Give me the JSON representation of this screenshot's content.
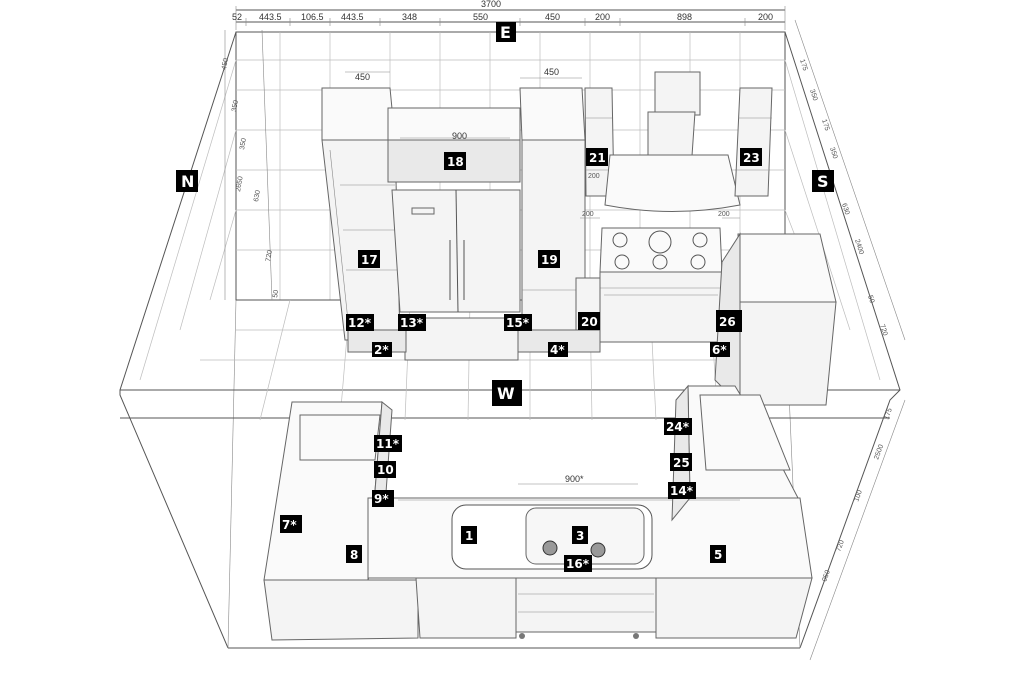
{
  "top_dimensions": {
    "total": "3700",
    "segments": [
      "52",
      "443.5",
      "106.5",
      "443.5",
      "348",
      "550",
      "450",
      "200",
      "898",
      "200"
    ]
  },
  "inner_dimensions": {
    "left_cabinet_width": "450",
    "right_cabinet_width": "450",
    "fridge_width": "900",
    "sink_width": "900*",
    "hob_gap_left": "200",
    "hob_gap_right": "200",
    "shelf_21_gap": "200"
  },
  "left_vertical_dimensions": [
    "450",
    "350",
    "350",
    "2650",
    "630",
    "720",
    "50"
  ],
  "right_vertical_dimensions": [
    "175",
    "350",
    "175",
    "350",
    "630",
    "2400",
    "50",
    "720",
    "175",
    "2500",
    "100",
    "720",
    "050"
  ],
  "compass": {
    "north": "N",
    "east": "E",
    "south": "S",
    "west": "W"
  },
  "labels": [
    "1",
    "2*",
    "3",
    "4*",
    "5",
    "6*",
    "7*",
    "8",
    "9*",
    "10",
    "11*",
    "12*",
    "13*",
    "14*",
    "15*",
    "16*",
    "17",
    "18",
    "19",
    "20",
    "21",
    "23",
    "24*",
    "25",
    "26"
  ]
}
